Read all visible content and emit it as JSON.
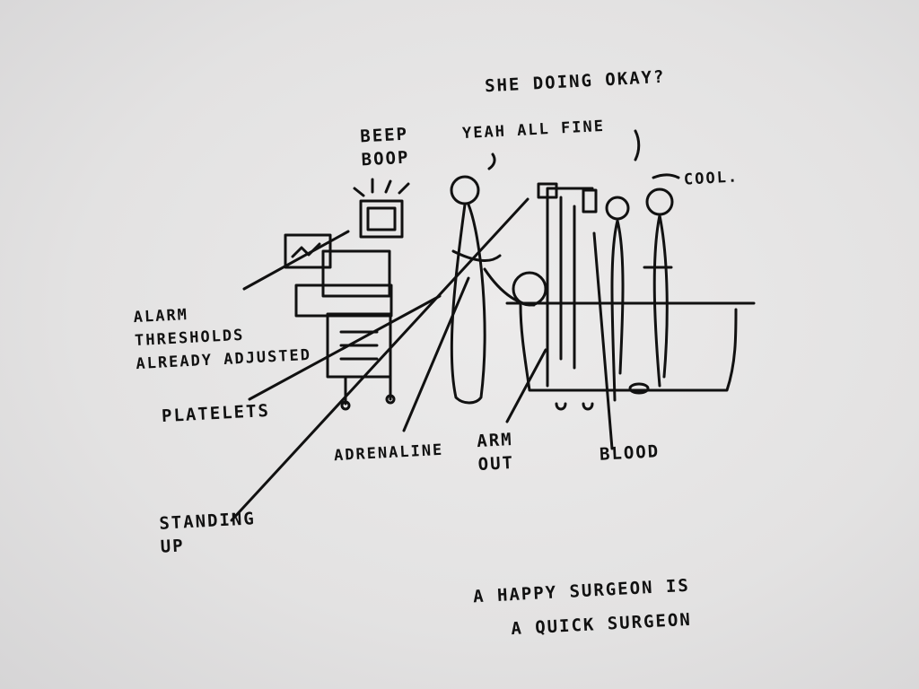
{
  "speech": {
    "question": "SHE DOING OKAY?",
    "monitor_sound": "BEEP\nBOOP",
    "answer": "YEAH ALL FINE",
    "reply": "COOL."
  },
  "labels": {
    "alarm": "ALARM\nTHRESHOLDS\nALREADY ADJUSTED",
    "platelets": "PLATELETS",
    "adrenaline": "ADRENALINE",
    "arm_out": "ARM\nOUT",
    "blood": "BLOOD",
    "standing_up": "STANDING\nUP"
  },
  "caption": "A HAPPY SURGEON IS\n   A QUICK SURGEON"
}
